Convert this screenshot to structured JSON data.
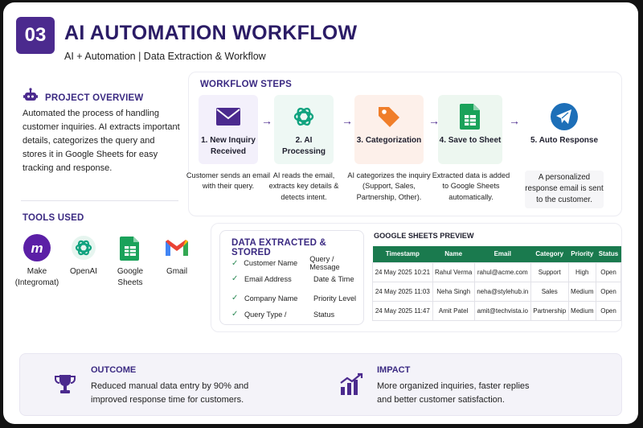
{
  "header": {
    "number": "03",
    "title": "AI AUTOMATION WORKFLOW",
    "subtitle": "AI + Automation | Data Extraction & Workflow"
  },
  "overview": {
    "title": "PROJECT OVERVIEW",
    "text": "Automated the process of handling customer inquiries. AI extracts important details, categorizes the query and stores it in Google Sheets for easy tracking and response."
  },
  "tools": {
    "title": "TOOLS USED",
    "items": [
      {
        "icon": "make-logo-icon",
        "label": "Make (Integromat)"
      },
      {
        "icon": "openai-logo-icon",
        "label": "OpenAI"
      },
      {
        "icon": "google-sheets-icon",
        "label": "Google Sheets"
      },
      {
        "icon": "gmail-icon",
        "label": "Gmail"
      }
    ]
  },
  "workflow": {
    "title": "WORKFLOW STEPS",
    "steps": [
      {
        "icon": "mail-icon",
        "title": "1. New Inquiry Received",
        "desc": "Customer sends an email with their query."
      },
      {
        "icon": "openai-icon",
        "title": "2. AI Processing",
        "desc": "AI reads the email, extracts key details & detects intent."
      },
      {
        "icon": "tag-icon",
        "title": "3. Categorization",
        "desc": "AI categorizes the inquiry (Support, Sales, Partnership, Other)."
      },
      {
        "icon": "sheets-icon",
        "title": "4. Save to Sheet",
        "desc": "Extracted data is added to Google Sheets automatically."
      },
      {
        "icon": "send-icon",
        "title": "5. Auto Response",
        "desc": "A personalized response email is sent to the customer."
      }
    ]
  },
  "extracted": {
    "title": "DATA EXTRACTED & STORED",
    "rows": [
      {
        "left": "Customer Name",
        "right": "Query / Message"
      },
      {
        "left": "Email Address",
        "right": "Date & Time"
      },
      {
        "left": "Company Name",
        "right": "Priority Level"
      },
      {
        "left": "Query Type /",
        "right": "Status"
      }
    ]
  },
  "sheet": {
    "title": "GOOGLE SHEETS PREVIEW",
    "columns": [
      "Timestamp",
      "Name",
      "Email",
      "Category",
      "Priority",
      "Status"
    ],
    "rows": [
      [
        "24 May 2025 10:21",
        "Rahul Verma",
        "rahul@acme.com",
        "Support",
        "High",
        "Open"
      ],
      [
        "24 May 2025 11:03",
        "Neha Singh",
        "neha@stylehub.in",
        "Sales",
        "Medium",
        "Open"
      ],
      [
        "24 May 2025 11:47",
        "Amit Patel",
        "amit@techvista.io",
        "Partnership",
        "Medium",
        "Open"
      ]
    ]
  },
  "outcome": {
    "title": "OUTCOME",
    "text": "Reduced manual data entry by 90% and improved response time for customers."
  },
  "impact": {
    "title": "IMPACT",
    "text": "More organized inquiries, faster replies and better customer satisfaction."
  },
  "colors": {
    "brand_purple": "#4b2a8e",
    "sheet_green": "#1a7a4e",
    "openai_green": "#10a37f",
    "tag_orange": "#f07e2a",
    "send_blue": "#1d6fb8"
  }
}
